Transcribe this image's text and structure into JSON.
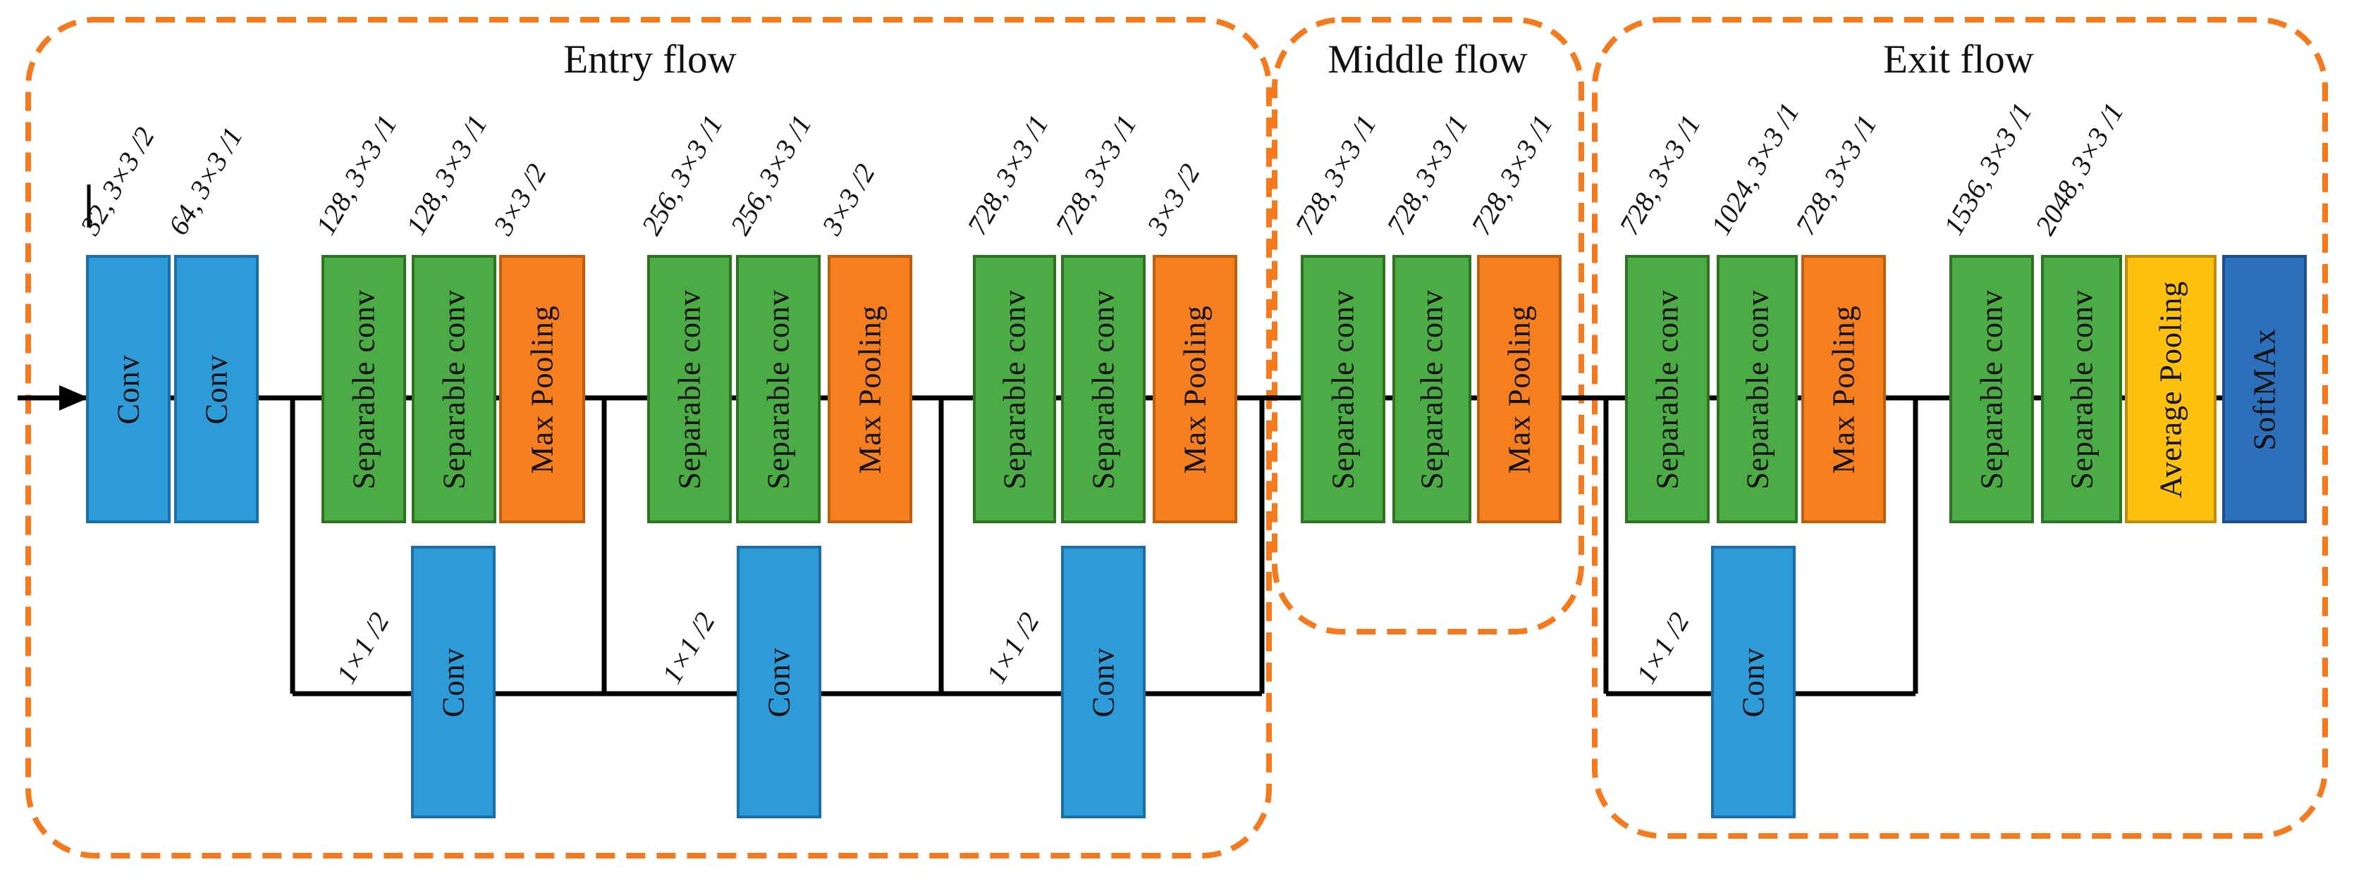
{
  "diagram": {
    "flows": [
      {
        "id": "entry",
        "title": "Entry flow"
      },
      {
        "id": "middle",
        "title": "Middle flow"
      },
      {
        "id": "exit",
        "title": "Exit flow"
      }
    ],
    "main_blocks": [
      {
        "flow": "entry",
        "kind": "conv",
        "text": "Conv",
        "label": "32, 3×3 /2"
      },
      {
        "flow": "entry",
        "kind": "conv",
        "text": "Conv",
        "label": "64, 3×3 /1"
      },
      {
        "flow": "entry",
        "kind": "sep",
        "text": "Separable conv",
        "label": "128, 3×3 /1"
      },
      {
        "flow": "entry",
        "kind": "sep",
        "text": "Separable conv",
        "label": "128, 3×3 /1"
      },
      {
        "flow": "entry",
        "kind": "max",
        "text": "Max Pooling",
        "label": "3×3 /2"
      },
      {
        "flow": "entry",
        "kind": "sep",
        "text": "Separable conv",
        "label": "256, 3×3 /1"
      },
      {
        "flow": "entry",
        "kind": "sep",
        "text": "Separable conv",
        "label": "256, 3×3 /1"
      },
      {
        "flow": "entry",
        "kind": "max",
        "text": "Max Pooling",
        "label": "3×3 /2"
      },
      {
        "flow": "entry",
        "kind": "sep",
        "text": "Separable conv",
        "label": "728, 3×3 /1"
      },
      {
        "flow": "entry",
        "kind": "sep",
        "text": "Separable conv",
        "label": "728, 3×3 /1"
      },
      {
        "flow": "entry",
        "kind": "max",
        "text": "Max Pooling",
        "label": "3×3 /2"
      },
      {
        "flow": "middle",
        "kind": "sep",
        "text": "Separable conv",
        "label": "728, 3×3 /1"
      },
      {
        "flow": "middle",
        "kind": "sep",
        "text": "Separable conv",
        "label": "728, 3×3 /1"
      },
      {
        "flow": "middle",
        "kind": "max",
        "text": "Max Pooling",
        "label": "728, 3×3 /1"
      },
      {
        "flow": "exit",
        "kind": "sep",
        "text": "Separable conv",
        "label": "728, 3×3 /1"
      },
      {
        "flow": "exit",
        "kind": "sep",
        "text": "Separable conv",
        "label": "1024, 3×3 /1"
      },
      {
        "flow": "exit",
        "kind": "max",
        "text": "Max Pooling",
        "label": "728, 3×3 /1"
      },
      {
        "flow": "exit",
        "kind": "sep",
        "text": "Separable conv",
        "label": "1536, 3×3 /1"
      },
      {
        "flow": "exit",
        "kind": "sep",
        "text": "Separable conv",
        "label": "2048, 3×3 /1"
      },
      {
        "flow": "exit",
        "kind": "avg",
        "text": "Average Pooling",
        "label": ""
      },
      {
        "flow": "exit",
        "kind": "softmax",
        "text": "SoftMAx",
        "label": ""
      }
    ],
    "skip_convs": [
      {
        "flow": "entry",
        "text": "Conv",
        "label": "1×1 /2"
      },
      {
        "flow": "entry",
        "text": "Conv",
        "label": "1×1 /2"
      },
      {
        "flow": "entry",
        "text": "Conv",
        "label": "1×1 /2"
      },
      {
        "flow": "exit",
        "text": "Conv",
        "label": "1×1 /2"
      }
    ],
    "colors": {
      "conv_fill": "#2E9BD9",
      "conv_border": "#1A6FA6",
      "sep_fill": "#4BAC45",
      "sep_border": "#2E7321",
      "max_fill": "#F57E1F",
      "max_border": "#BF5F0E",
      "avg_fill": "#FEC00F",
      "avg_border": "#BA8D0B",
      "softmax_fill": "#2C6FBB",
      "softmax_border": "#1E4E8C",
      "flow_box_dash": "#F5791D",
      "line": "#000000"
    }
  }
}
